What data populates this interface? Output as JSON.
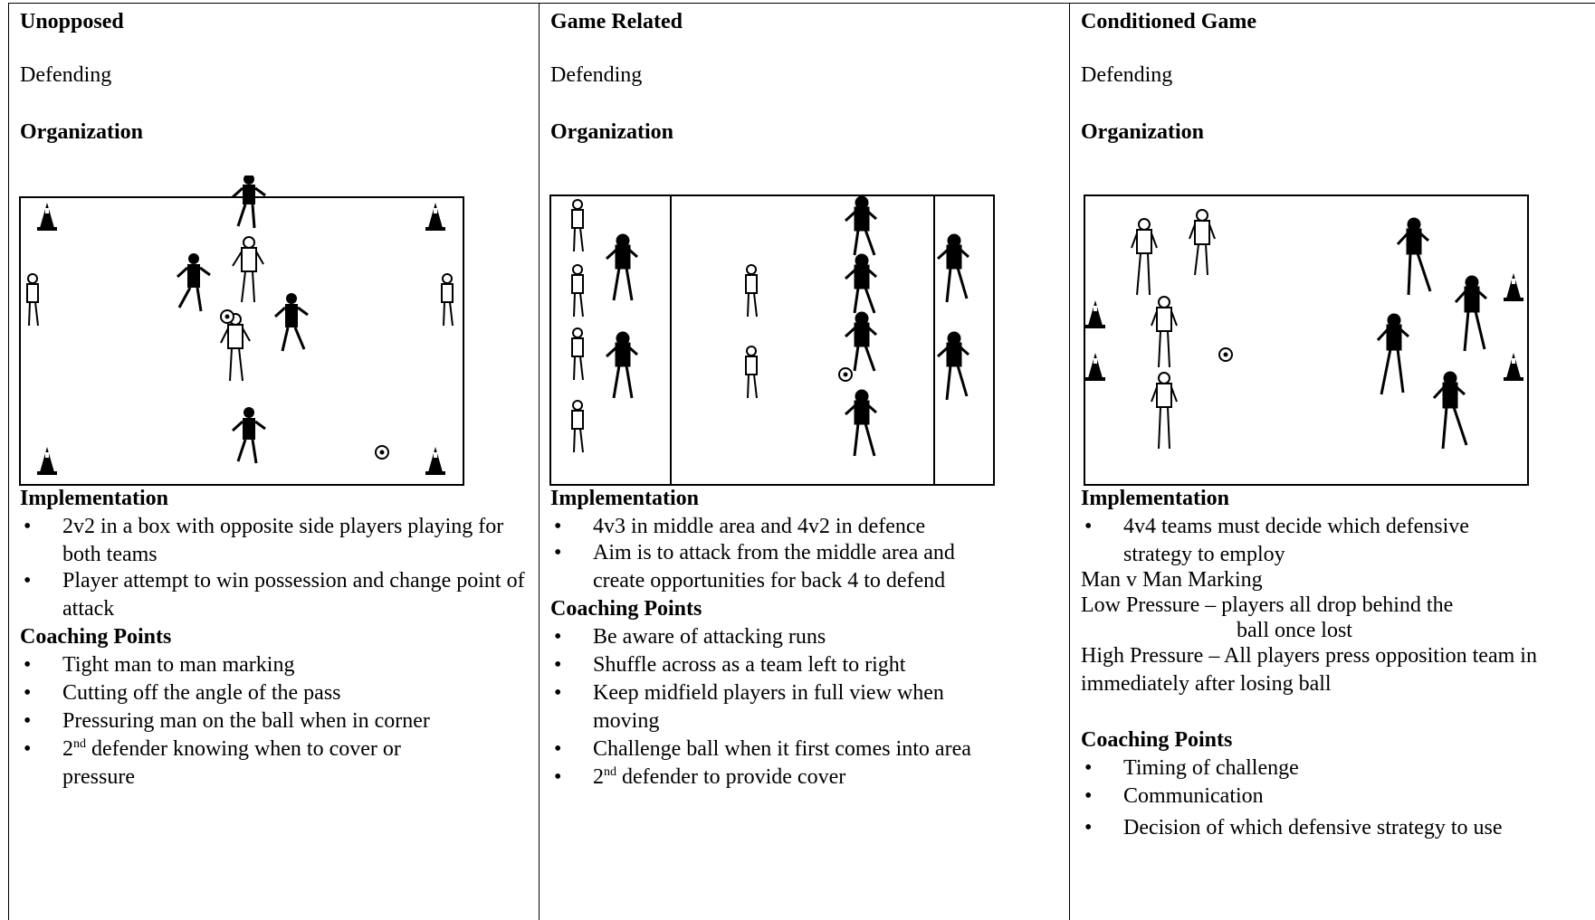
{
  "columns": [
    {
      "title": "Unopposed",
      "subtitle": "Defending",
      "organization": "Organization",
      "implementation_heading": "Implementation",
      "implementation": [
        "2v2 in a box with opposite side players playing for both teams",
        "Player attempt to win possession and change point of attack"
      ],
      "coaching_heading": "Coaching Points",
      "coaching": [
        "Tight man to man marking",
        "Cutting off the angle of the pass",
        "Pressuring man on the ball when in corner"
      ],
      "coaching_last": {
        "num": "2",
        "sup": "nd",
        "text": " defender knowing when to cover or pressure"
      }
    },
    {
      "title": "Game Related",
      "subtitle": "Defending",
      "organization": "Organization",
      "implementation_heading": "Implementation",
      "implementation": [
        "4v3 in middle area and 4v2 in defence",
        "Aim is to attack from the middle area and create opportunities for back 4 to defend"
      ],
      "coaching_heading": "Coaching Points",
      "coaching": [
        "Be aware of attacking runs",
        "Shuffle across as a team left to right",
        "Keep midfield players in full view when moving",
        "Challenge ball when it first comes into area"
      ],
      "coaching_last": {
        "num": "2",
        "sup": "nd",
        "text": " defender to provide cover"
      }
    },
    {
      "title": "Conditioned Game",
      "subtitle": "Defending",
      "organization": "Organization",
      "implementation_heading": "Implementation",
      "implementation": [
        "4v4 teams must decide which defensive strategy to employ"
      ],
      "line_man": "Man v Man Marking",
      "line_low_a": "Low Pressure – players all drop behind the",
      "line_low_b": "ball once lost",
      "line_high": "High Pressure – All players press opposition team in immediately after losing ball",
      "coaching_heading": "Coaching Points",
      "coaching": [
        "Timing of challenge",
        "Communication",
        "Decision of which defensive strategy to use"
      ]
    }
  ],
  "bullet": "•",
  "colors": {
    "ink": "#000000",
    "paper": "#ffffff"
  }
}
